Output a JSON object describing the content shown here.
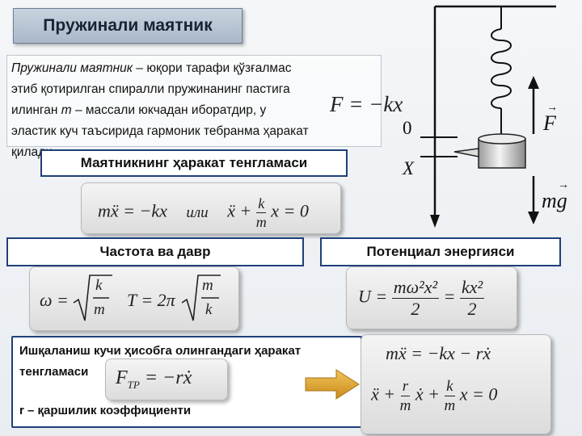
{
  "title": "Пружинали маятник",
  "definition": {
    "term": "Пружинали маятник",
    "line1_rest": " – юқори тарафи қўзғалмас",
    "line2": "этиб қотирилган  спиралли пружинанинг пастига",
    "line3_a": "илинган ",
    "line3_m": "m",
    "line3_b": " – массали юкчадан иборатдир, у",
    "line4": "эластик куч таъсирида гармоник тебранма ҳаракат",
    "line5": "қилади",
    "hooke_formula": "F = −kx"
  },
  "equation_section": {
    "header": "Маятникнинг ҳаракат тенгламаси",
    "lhs": "mẍ = −kx",
    "or_word": "или",
    "rhs_x": "ẍ +",
    "rhs_k": "k",
    "rhs_m": "m",
    "rhs_tail": "x = 0"
  },
  "frequency_section": {
    "header": "Частота ва давр",
    "omega_lhs": "ω =",
    "k": "k",
    "m": "m",
    "period_lhs": "T = 2π"
  },
  "potential_section": {
    "header": "Потенциал энергияси",
    "lhs": "U =",
    "num1": "mω²x²",
    "den": "2",
    "eq": "=",
    "num2": "kx²"
  },
  "friction_section": {
    "line1": "Ишқаланиш кучи ҳисобга олингандаги ҳаракат",
    "line2": "тенгламаси",
    "f_tr": "F",
    "f_tr_sub": "TP",
    "f_tr_rhs": "= −rẋ",
    "coef_text": "r – қаршилик коэффициенти",
    "eq1": "mẍ = −kx − rẋ",
    "eq2_a": "ẍ +",
    "eq2_r": "r",
    "eq2_m": "m",
    "eq2_b": "ẋ +",
    "eq2_k": "k",
    "eq2_c": "x = 0"
  },
  "diagram": {
    "zero_label": "0",
    "x_label": "X",
    "force_label": "F",
    "gravity_label": "mg",
    "vector_mark": "→"
  }
}
